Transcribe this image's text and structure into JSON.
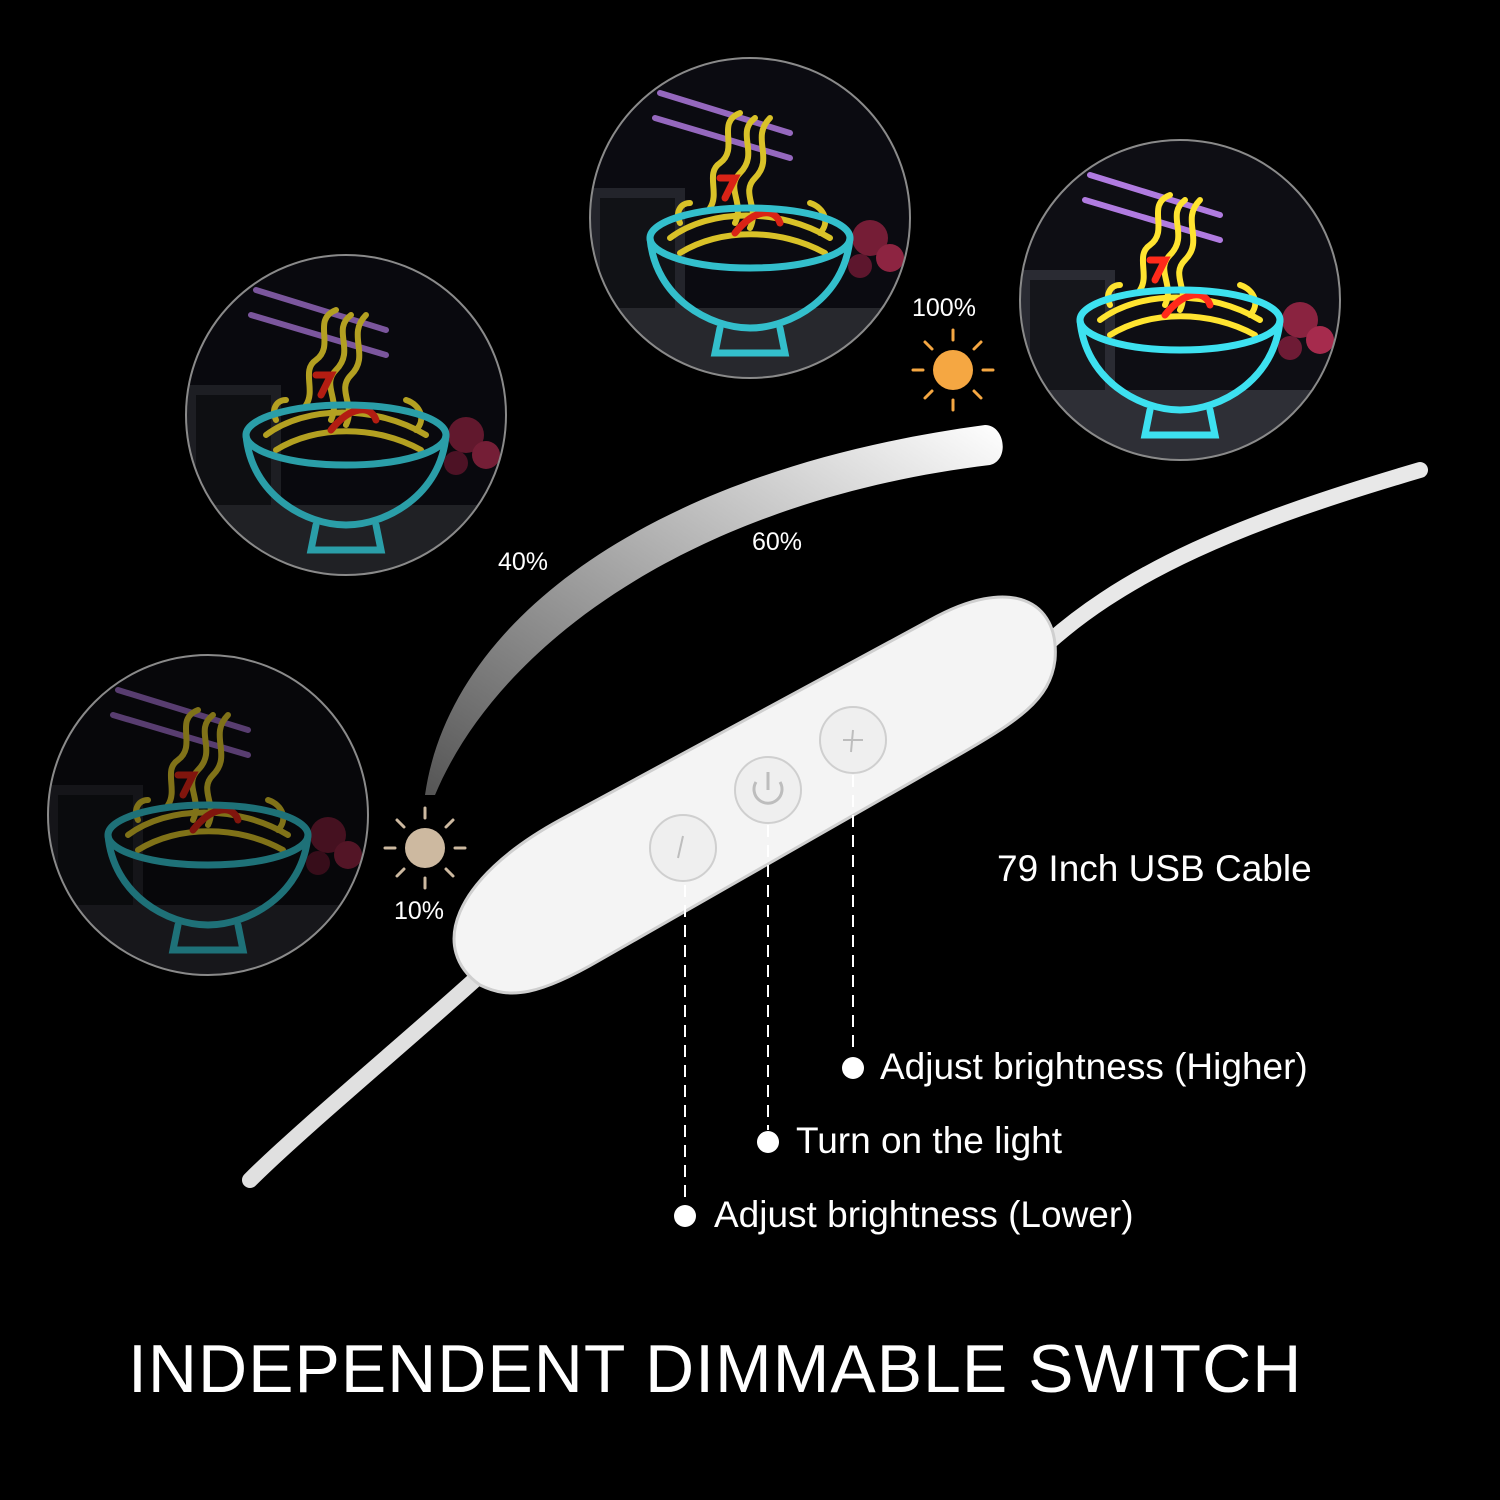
{
  "brightness_levels": [
    {
      "label": "10%",
      "value": 10
    },
    {
      "label": "40%",
      "value": 40
    },
    {
      "label": "60%",
      "value": 60
    },
    {
      "label": "100%",
      "value": 100
    }
  ],
  "cable_label": "79 Inch USB Cable",
  "controller_buttons": [
    {
      "label": "Adjust brightness (Higher)"
    },
    {
      "label": "Turn on the light"
    },
    {
      "label": "Adjust brightness (Lower)"
    }
  ],
  "headline": "INDEPENDENT DIMMABLE SWITCH",
  "colors": {
    "background": "#000000",
    "chopsticks": "#b07be0",
    "noodles": "#ffe430",
    "bowl": "#3de1f0",
    "accent_red": "#ff2a1a",
    "sun_bright": "#f5a742",
    "sun_dim": "#cdb9a0",
    "controller": "#f4f4f4"
  }
}
